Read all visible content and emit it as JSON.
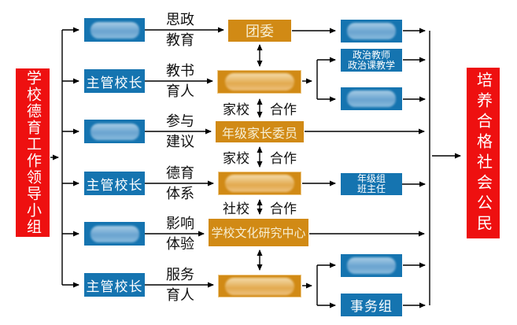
{
  "colors": {
    "red": "#ee1010",
    "blue": "#1574b0",
    "orange": "#d18a15",
    "line": "#000000"
  },
  "banners": {
    "left": "学校德育工作领导小组",
    "right": "培养合格社会公民"
  },
  "actors": [
    {
      "label": "",
      "redacted": true
    },
    {
      "label": "主管校长",
      "redacted": false
    },
    {
      "label": "",
      "redacted": true
    },
    {
      "label": "主管校长",
      "redacted": false
    },
    {
      "label": "",
      "redacted": true
    },
    {
      "label": "主管校长",
      "redacted": false
    }
  ],
  "routes": [
    {
      "line1": "思政",
      "line2": "教育"
    },
    {
      "line1": "教书",
      "line2": "育人"
    },
    {
      "line1": "参与",
      "line2": "建议"
    },
    {
      "line1": "德育",
      "line2": "体系"
    },
    {
      "line1": "影响",
      "line2": "体验"
    },
    {
      "line1": "服务",
      "line2": "育人"
    }
  ],
  "orgs": [
    {
      "label": "团委",
      "redacted": false
    },
    {
      "label": "",
      "redacted": true
    },
    {
      "label": "年级家长委员",
      "redacted": false
    },
    {
      "label": "",
      "redacted": true
    },
    {
      "label": "学校文化研究中心",
      "redacted": false
    },
    {
      "label": "",
      "redacted": true
    }
  ],
  "cooperations": [
    {
      "left": "家校",
      "right": "合作"
    },
    {
      "left": "家校",
      "right": "合作"
    },
    {
      "left": "社校",
      "right": "合作"
    }
  ],
  "units": [
    {
      "label": "",
      "redacted": true
    },
    {
      "line1": "政治教师",
      "line2": "政治课教学",
      "redacted": false
    },
    {
      "label": "",
      "redacted": true
    },
    {
      "line1": "年级组",
      "line2": "班主任",
      "redacted": false
    },
    {
      "label": "",
      "redacted": true
    },
    {
      "label": "事务组",
      "redacted": false
    }
  ]
}
